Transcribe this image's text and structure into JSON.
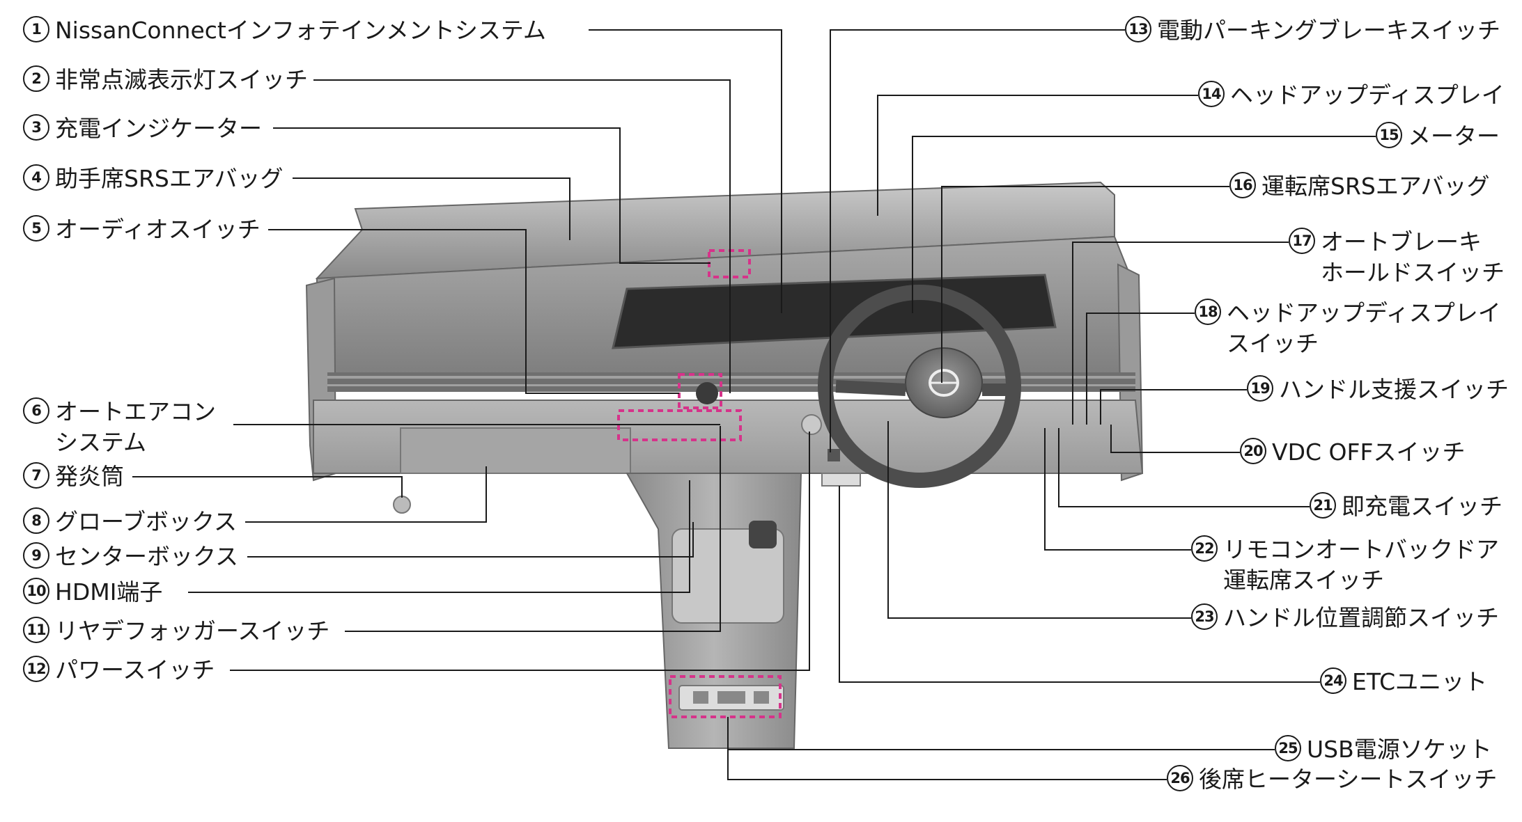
{
  "diagram": {
    "callouts_left": [
      {
        "num": "1",
        "text": "NissanConnectインフォテインメントシステム"
      },
      {
        "num": "2",
        "text": "非常点滅表示灯スイッチ"
      },
      {
        "num": "3",
        "text": "充電インジケーター"
      },
      {
        "num": "4",
        "text": "助手席SRSエアバッグ"
      },
      {
        "num": "5",
        "text": "オーディオスイッチ"
      },
      {
        "num": "6",
        "line1": "オートエアコン",
        "line2": "システム"
      },
      {
        "num": "7",
        "text": "発炎筒"
      },
      {
        "num": "8",
        "text": "グローブボックス"
      },
      {
        "num": "9",
        "text": "センターボックス"
      },
      {
        "num": "10",
        "text": "HDMI端子"
      },
      {
        "num": "11",
        "text": "リヤデフォッガースイッチ"
      },
      {
        "num": "12",
        "text": "パワースイッチ"
      }
    ],
    "callouts_right": [
      {
        "num": "13",
        "text": "電動パーキングブレーキスイッチ"
      },
      {
        "num": "14",
        "text": "ヘッドアップディスプレイ"
      },
      {
        "num": "15",
        "text": "メーター"
      },
      {
        "num": "16",
        "text": "運転席SRSエアバッグ"
      },
      {
        "num": "17",
        "line1": "オートブレーキ",
        "line2": "ホールドスイッチ"
      },
      {
        "num": "18",
        "line1": "ヘッドアップディスプレイ",
        "line2": "スイッチ"
      },
      {
        "num": "19",
        "text": "ハンドル支援スイッチ"
      },
      {
        "num": "20",
        "text": "VDC OFFスイッチ"
      },
      {
        "num": "21",
        "text": "即充電スイッチ"
      },
      {
        "num": "22",
        "line1": "リモコンオートバックドア",
        "line2": "運転席スイッチ"
      },
      {
        "num": "23",
        "text": "ハンドル位置調節スイッチ"
      },
      {
        "num": "24",
        "text": "ETCユニット"
      },
      {
        "num": "25",
        "text": "USB電源ソケット"
      },
      {
        "num": "26",
        "text": "後席ヒーターシートスイッチ"
      }
    ],
    "colors": {
      "highlight": "#d6338a",
      "line": "#1a1a1a",
      "dash_fill": "#9a9a9a",
      "dash_dark": "#6e6e6e"
    }
  }
}
